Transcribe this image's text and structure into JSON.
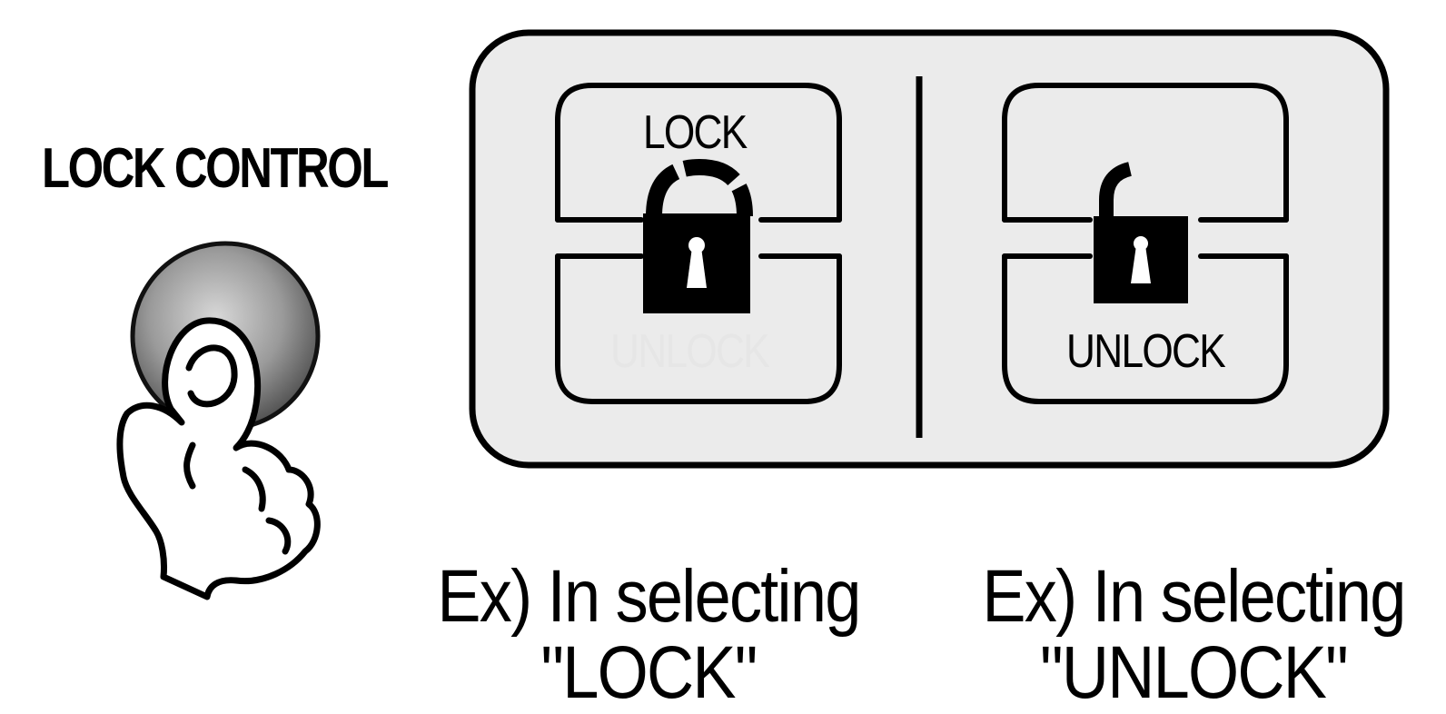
{
  "title": "LOCK CONTROL",
  "panel": {
    "lock_label": "LOCK",
    "unlock_label": "UNLOCK"
  },
  "captions": {
    "left_line1": "Ex) In selecting",
    "left_line2": "\"LOCK\"",
    "right_line1": "Ex) In selecting",
    "right_line2": "\"UNLOCK\""
  }
}
